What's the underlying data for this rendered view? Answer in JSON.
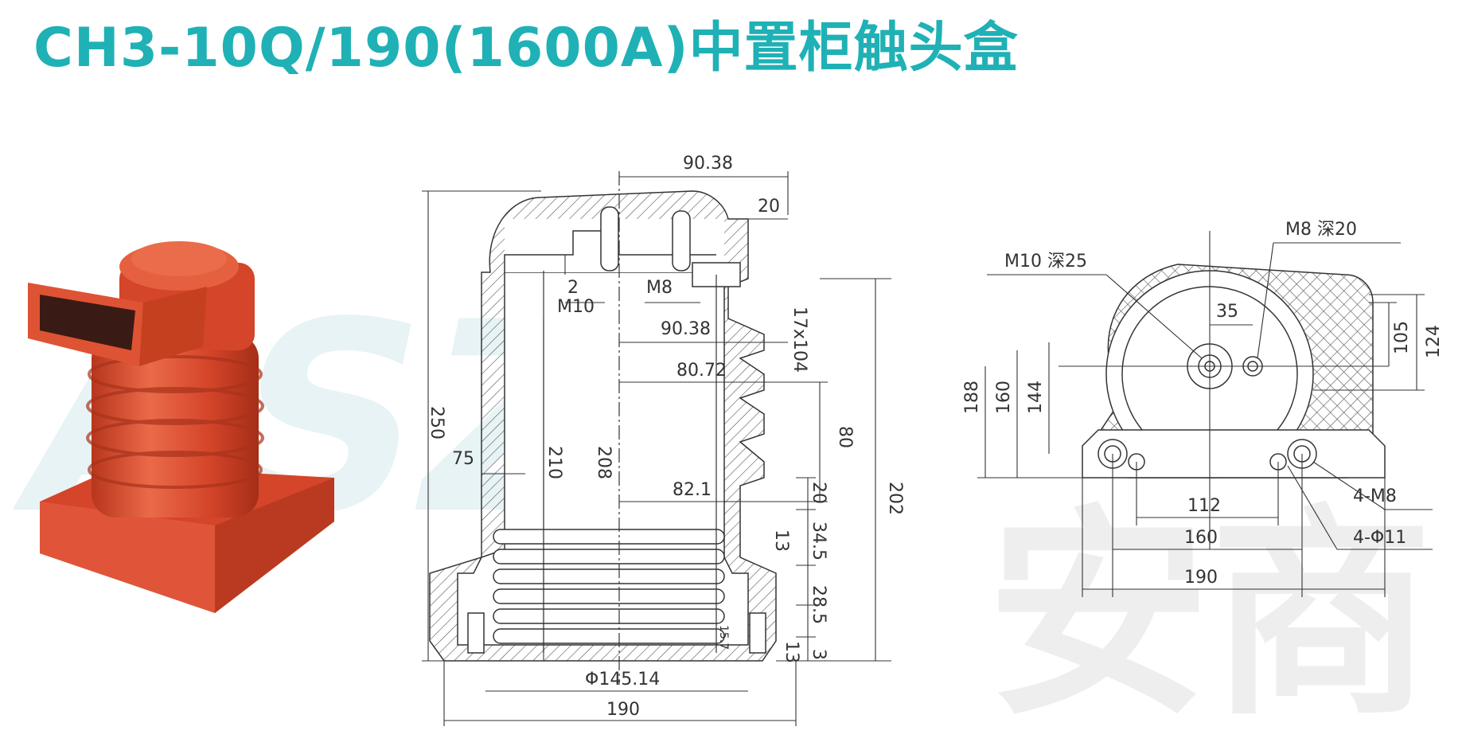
{
  "title": "CH3-10Q/190(1600A)中置柜触头盒",
  "colors": {
    "title": "#1fb1b5",
    "product": "#d8452a",
    "line": "#333333",
    "watermark": "#e9f1f4"
  },
  "watermark": {
    "latin": "ASZJ",
    "cjk": "安商"
  },
  "front_view": {
    "dims": {
      "top_90_38": "90.38",
      "d20_top": "20",
      "d2": "2",
      "m10": "M10",
      "m8": "M8",
      "inner_90_38": "90.38",
      "d17x104": "17x104",
      "d80_72": "80.72",
      "d80": "80",
      "d82_1": "82.1",
      "d20_right": "20",
      "d34_5": "34.5",
      "d13_a": "13",
      "d28_5": "28.5",
      "d13_b": "13",
      "d3": "3",
      "d15_7": "15.7",
      "d250": "250",
      "d210": "210",
      "d208": "208",
      "d202": "202",
      "d75": "75",
      "phi145": "Φ145.14",
      "d190": "190"
    }
  },
  "plan_view": {
    "dims": {
      "m10_deep": "M10 深25",
      "m8_deep": "M8 深20",
      "d35": "35",
      "d105": "105",
      "d124": "124",
      "d188": "188",
      "d160_v": "160",
      "d144": "144",
      "d112": "112",
      "d160_h": "160",
      "d190": "190",
      "m8x4": "4-M8",
      "phi11x4": "4-Φ11"
    }
  }
}
